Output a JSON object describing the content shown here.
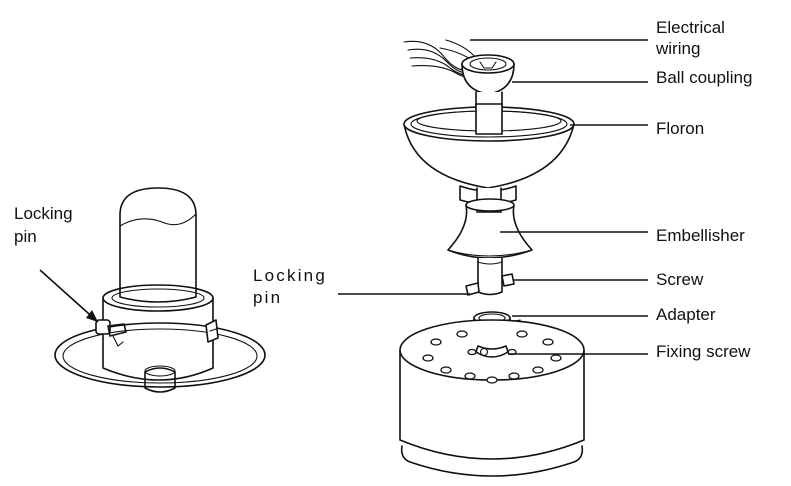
{
  "labels": {
    "locking_pin_left": [
      "Locking",
      "pin"
    ],
    "locking_pin_middle": [
      "Locking",
      "pin"
    ],
    "electrical_wiring": [
      "Electrical",
      "wiring"
    ],
    "ball_coupling": "Ball coupling",
    "floron": "Floron",
    "embellisher": "Embellisher",
    "screw": "Screw",
    "adapter": "Adapter",
    "fixing_screw": "Fixing screw"
  },
  "colors": {
    "line": "#111111",
    "background": "#ffffff"
  }
}
